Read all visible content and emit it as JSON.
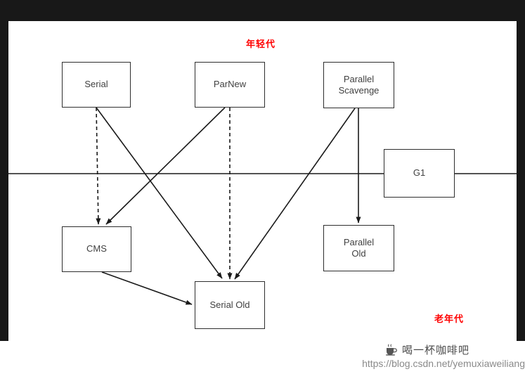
{
  "diagram": {
    "young_label": "年轻代",
    "old_label": "老年代",
    "nodes": {
      "serial": {
        "label": "Serial"
      },
      "parnew": {
        "label": "ParNew"
      },
      "parallel_scavenge": {
        "label": "Parallel\nScavenge"
      },
      "g1": {
        "label": "G1"
      },
      "cms": {
        "label": "CMS"
      },
      "parallel_old": {
        "label": "Parallel\nOld"
      },
      "serial_old": {
        "label": "Serial Old"
      }
    },
    "edges": [
      {
        "from": "serial",
        "to": "serial_old",
        "style": "solid"
      },
      {
        "from": "serial",
        "to": "cms",
        "style": "dashed"
      },
      {
        "from": "parnew",
        "to": "cms",
        "style": "solid"
      },
      {
        "from": "parnew",
        "to": "serial_old",
        "style": "dashed"
      },
      {
        "from": "parallel_scavenge",
        "to": "serial_old",
        "style": "solid"
      },
      {
        "from": "parallel_scavenge",
        "to": "parallel_old",
        "style": "solid"
      },
      {
        "from": "cms",
        "to": "serial_old",
        "style": "solid"
      }
    ],
    "colors": {
      "generation_label": "#ff0000",
      "line": "#1a1a1a",
      "node_border": "#2e2e2e",
      "background": "#ffffff",
      "frame": "#181818"
    }
  },
  "footer": {
    "brand": "喝一杯咖啡吧",
    "url": "https://blog.csdn.net/yemuxiaweiliang"
  }
}
